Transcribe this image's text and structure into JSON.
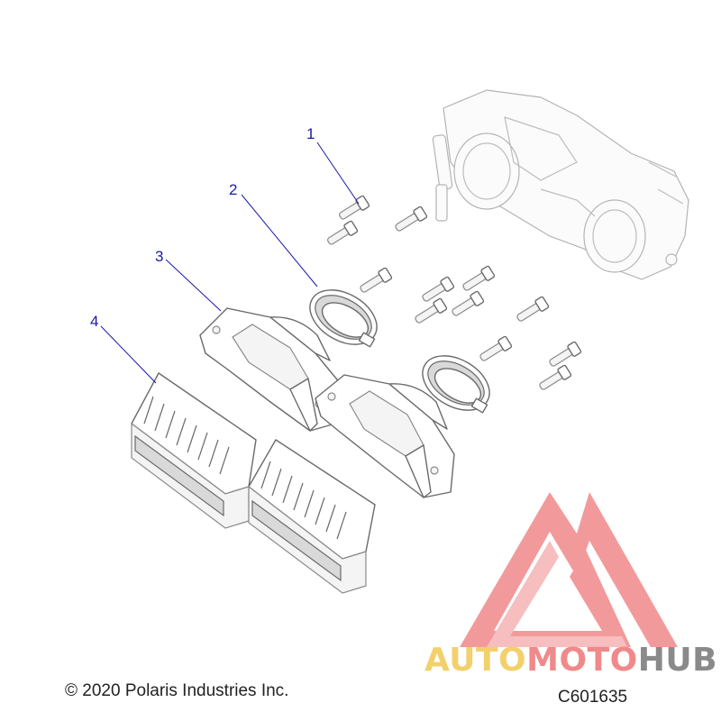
{
  "callouts": [
    {
      "number": "1"
    },
    {
      "number": "2"
    },
    {
      "number": "3"
    },
    {
      "number": "4"
    }
  ],
  "copyright": "© 2020 Polaris Industries Inc.",
  "drawing_number": "C601635",
  "watermark": {
    "brand_part1": "AUTO",
    "brand_part2": "MOTO",
    "brand_part3": "HUB",
    "colors": {
      "auto": "#f2d06b",
      "moto": "#f0898a",
      "hub": "#8a8a8a",
      "logo": "#f0898a"
    }
  },
  "colors": {
    "leader": "#1a1aa8",
    "outline": "#6a6a6a"
  }
}
